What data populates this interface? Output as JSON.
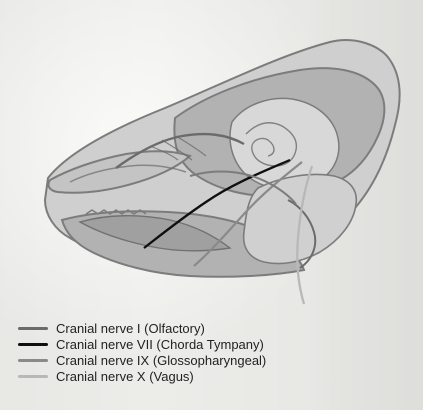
{
  "legend": {
    "items": [
      {
        "label": "Cranial nerve I (Olfactory)",
        "color": "#6b6b6b"
      },
      {
        "label": "Cranial nerve VII (Chorda Tympany)",
        "color": "#0f0f0f"
      },
      {
        "label": "Cranial nerve IX (Glossopharyngeal)",
        "color": "#8a8a8a"
      },
      {
        "label": "Cranial nerve X (Vagus)",
        "color": "#b8b8b8"
      }
    ]
  },
  "colors": {
    "bone_outline": "#7c7c7c",
    "bone_fill": "#b2b2b2",
    "soft_tissue": "#cfcfcf",
    "background": "#ecece9"
  }
}
